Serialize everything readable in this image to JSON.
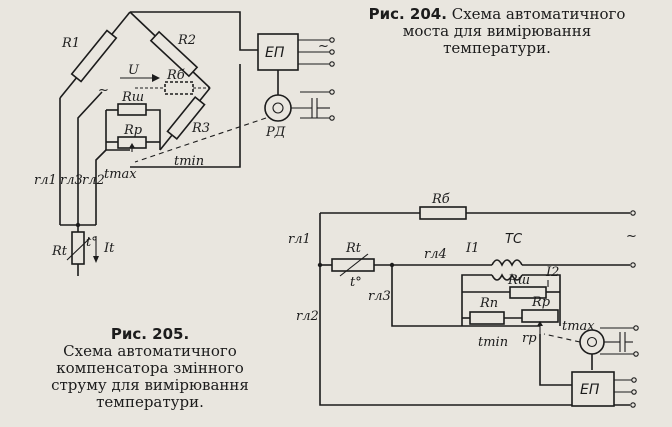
{
  "caption204": {
    "number": "Рис. 204.",
    "line1": "Схема автоматичного",
    "line2": "моста для вимірювання",
    "line3": "температури."
  },
  "caption205": {
    "number": "Рис. 205.",
    "line1": "Схема автоматичного",
    "line2": "компенсатора змінного",
    "line3": "струму для вимірювання",
    "line4": "температури."
  },
  "fig204": {
    "R1": "R1",
    "R2": "R2",
    "R3": "R3",
    "Rb": "Rб",
    "U": "U",
    "Rsh": "Rш",
    "Rp": "Rр",
    "tmin": "tmin",
    "tmax": "tmax",
    "rl1": "rл1",
    "rl3": "rл3",
    "rl2": "rл2",
    "Rt": "Rt",
    "tdeg": "t°",
    "It": "It",
    "EP": "ЕП",
    "RD": "РД"
  },
  "fig205": {
    "Rb": "Rб",
    "rl1": "rл1",
    "rl2": "rл2",
    "rl3": "rл3",
    "rl4": "rл4",
    "Rt": "Rt",
    "tdeg": "t°",
    "I1": "I1",
    "TC": "TC",
    "I2": "I2",
    "Rsh": "Rш",
    "Rp_n": "Rп",
    "Rp_r": "Rр",
    "rp": "rр",
    "tmin": "tmin",
    "tmax": "tmax",
    "EP": "ЕП"
  }
}
